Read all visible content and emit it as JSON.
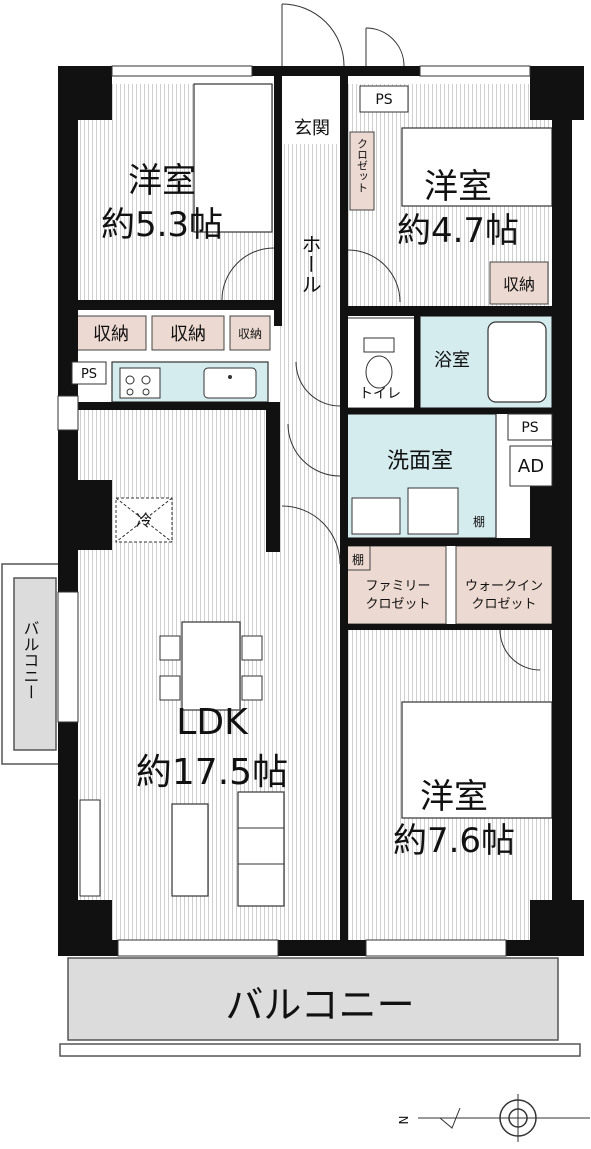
{
  "rooms": {
    "bedroom_nw": {
      "name": "洋室",
      "size": "約5.3帖"
    },
    "bedroom_ne": {
      "name": "洋室",
      "size": "約4.7帖"
    },
    "ldk": {
      "name": "LDK",
      "size": "約17.5帖"
    },
    "bedroom_se": {
      "name": "洋室",
      "size": "約7.6帖"
    }
  },
  "labels": {
    "entrance": "玄関",
    "closet": "クロゼット",
    "hall": "ホール",
    "storage": "収納",
    "toilet": "トイレ",
    "bath": "浴室",
    "washroom": "洗面室",
    "shelf": "棚",
    "family_closet": [
      "ファミリー",
      "クロゼット"
    ],
    "walkin_closet": [
      "ウォークイン",
      "クロゼット"
    ],
    "ps": "PS",
    "ad": "AD",
    "fridge": "冷",
    "balcony_side": "バルコニー",
    "balcony_main": "バルコニー",
    "north": "N"
  },
  "colors": {
    "wall": "#111111",
    "storage_fill": "#ecd9d1",
    "kitchen_fill": "#d5ecef",
    "bath_fill": "#d5ecef",
    "balcony_fill": "#dcdcdc",
    "floor_stripe": "#c8c8c8"
  }
}
